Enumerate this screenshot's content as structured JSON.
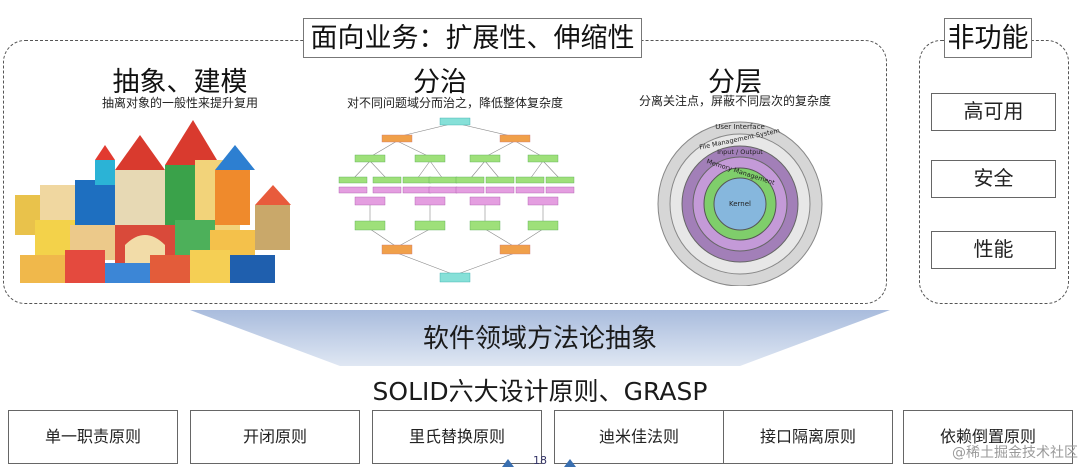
{
  "business": {
    "title": "面向业务：扩展性、伸缩性",
    "sections": [
      {
        "title": "抽象、建模",
        "subtitle": "抽离对象的一般性来提升复用"
      },
      {
        "title": "分治",
        "subtitle": "对不同问题域分而治之，降低整体复杂度"
      },
      {
        "title": "分层",
        "subtitle": "分离关注点，屏蔽不同层次的复杂度"
      }
    ],
    "layers": [
      "User Interface",
      "File Management System",
      "Input / Output",
      "Memory Management",
      "Kernel"
    ]
  },
  "non_functional": {
    "title": "非功能",
    "items": [
      "高可用",
      "安全",
      "性能"
    ]
  },
  "funnel_label": "软件领域方法论抽象",
  "principles_title": "SOLID六大设计原则、GRASP",
  "principles": [
    "单一职责原则",
    "开闭原则",
    "里氏替换原则",
    "迪米佳法则",
    "接口隔离原则",
    "依赖倒置原则"
  ],
  "page_number": "18",
  "watermark": "@稀土掘金技术社区",
  "colors": {
    "funnel": "#b9c9e4",
    "layer_outer": "#d6d6d6",
    "layer_purple": "#a27fb8",
    "layer_inner_purple": "#c49ad8",
    "layer_green": "#7fce6b",
    "layer_kernel": "#86b7dd"
  }
}
